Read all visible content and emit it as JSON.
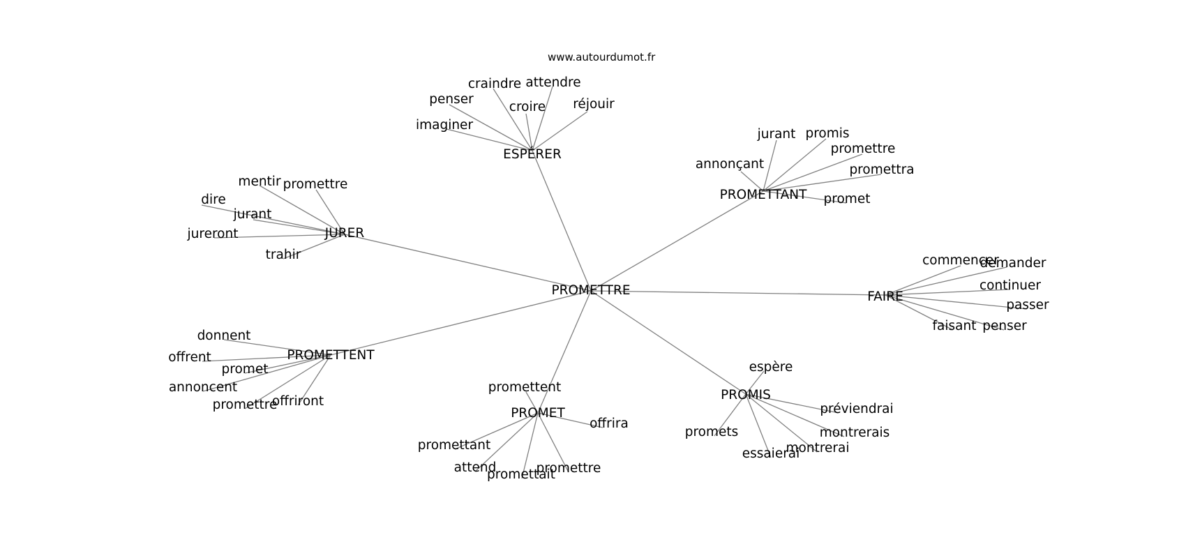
{
  "site": "www.autourdumot.fr",
  "center": "PROMETTRE",
  "hubs": [
    {
      "id": "esperer",
      "label": "ESPÉRER",
      "words": [
        "craindre",
        "attendre",
        "penser",
        "croire",
        "réjouir",
        "imaginer"
      ]
    },
    {
      "id": "promettant",
      "label": "PROMETTANT",
      "words": [
        "jurant",
        "promis",
        "promettre",
        "annonçant",
        "promettra",
        "promet"
      ]
    },
    {
      "id": "jurer",
      "label": "JURER",
      "words": [
        "mentir",
        "promettre",
        "dire",
        "jurant",
        "jureront",
        "trahir"
      ]
    },
    {
      "id": "faire",
      "label": "FAIRE",
      "words": [
        "commencer",
        "demander",
        "continuer",
        "passer",
        "faisant",
        "penser"
      ]
    },
    {
      "id": "promettent",
      "label": "PROMETTENT",
      "words": [
        "donnent",
        "offrent",
        "promet",
        "annoncent",
        "promettre",
        "offriront"
      ]
    },
    {
      "id": "promis",
      "label": "PROMIS",
      "words": [
        "espère",
        "préviendrai",
        "promets",
        "montrerais",
        "essaierai",
        "montrerai"
      ]
    },
    {
      "id": "promet",
      "label": "PROMET",
      "words": [
        "promettent",
        "offrira",
        "promettant",
        "attend",
        "promettre",
        "promettait"
      ]
    }
  ]
}
